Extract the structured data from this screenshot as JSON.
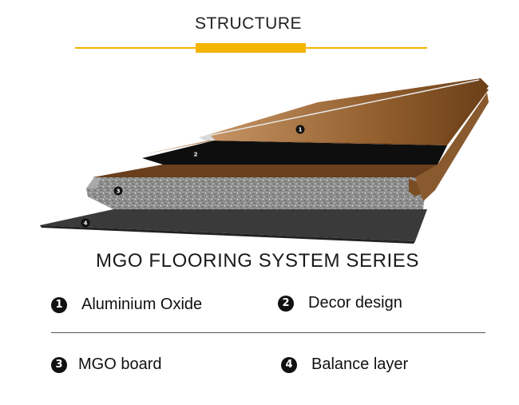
{
  "header": {
    "title": "STRUCTURE",
    "accent_color": "#f5b400"
  },
  "diagram": {
    "markers": [
      "1",
      "2",
      "3",
      "4"
    ]
  },
  "series_title": "MGO FLOORING SYSTEM SERIES",
  "legend": [
    {
      "number": "1",
      "label": "Aluminium Oxide"
    },
    {
      "number": "2",
      "label": "Decor design"
    },
    {
      "number": "3",
      "label": "MGO board"
    },
    {
      "number": "4",
      "label": "Balance layer"
    }
  ]
}
